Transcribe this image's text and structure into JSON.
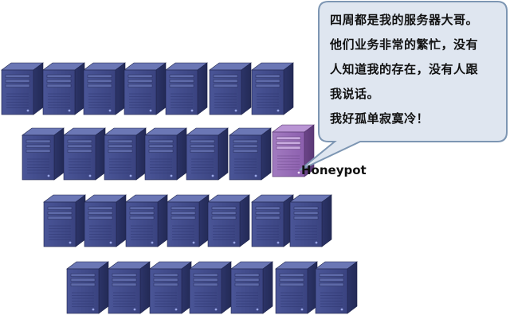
{
  "speech_bubble": {
    "lines": [
      "四周都是我的服务器大哥。",
      "他们业务非常的繁忙，没有",
      "人知道我的存在，没有人跟",
      "我说话。",
      "我好孤单寂寞冷！"
    ]
  },
  "honeypot": {
    "label": "Honeypot",
    "color": "#8a5aa8"
  },
  "server_color": "#3f4a8c",
  "bubble_fill": "#dfe6f0",
  "bubble_stroke": "#7d96b3"
}
